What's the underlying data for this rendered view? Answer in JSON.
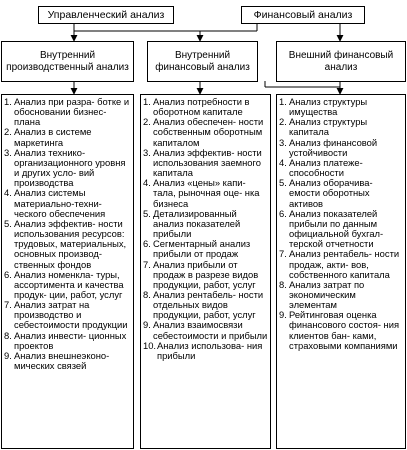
{
  "top": {
    "left": "Управленческий анализ",
    "right": "Финансовый анализ"
  },
  "headers": [
    {
      "text": "Внутренний производственный анализ"
    },
    {
      "text": "Внутренний финансовый анализ"
    },
    {
      "text": "Внешний финансовый анализ"
    }
  ],
  "columns": [
    {
      "items": [
        {
          "num": "1.",
          "text": "Анализ при разра- ботке и обосновании бизнес-плана"
        },
        {
          "num": "2.",
          "text": "Анализ в системе маркетинга"
        },
        {
          "num": "3.",
          "text": "Анализ технико- организационного уровня и других усло- вий производства"
        },
        {
          "num": "4.",
          "text": "Анализ системы материально-техни- ческого обеспечения"
        },
        {
          "num": "5.",
          "text": "Анализ эффектив- ности использования ресурсов: трудовых, материальных, основных производ- ственных фондов"
        },
        {
          "num": "6.",
          "text": "Анализ номенкла- туры, ассортимента и качества продук- ции, работ, услуг"
        },
        {
          "num": "7.",
          "text": "Анализ затрат на производство и себестоимости продукции"
        },
        {
          "num": "8.",
          "text": "Анализ инвести- ционных проектов"
        },
        {
          "num": "9.",
          "text": "Анализ внешнеэконо- мических связей"
        }
      ]
    },
    {
      "items": [
        {
          "num": "1.",
          "text": "Анализ потребности в оборотном капитале"
        },
        {
          "num": "2.",
          "text": "Анализ обеспечен- ности собственным оборотным капиталом"
        },
        {
          "num": "3.",
          "text": "Анализ эффектив- ности использования заемного капитала"
        },
        {
          "num": "4.",
          "text": "Анализ «цены» капи- тала, рыночная оце- нка бизнеса"
        },
        {
          "num": "5.",
          "text": "Детализированный анализ показателей прибыли"
        },
        {
          "num": "6.",
          "text": "Сегментарный анализ прибыли от продаж"
        },
        {
          "num": "7.",
          "text": "Анализ прибыли от продаж в разрезе видов продукции, работ, услуг"
        },
        {
          "num": "8.",
          "text": "Анализ рентабель- ности отдельных видов продукции, работ, услуг"
        },
        {
          "num": "9.",
          "text": "Анализ взаимосвязи себестоимости и прибыли"
        },
        {
          "num": "10.",
          "text": "Анализ использова- ния прибыли"
        }
      ]
    },
    {
      "items": [
        {
          "num": "1.",
          "text": "Анализ структуры имущества"
        },
        {
          "num": "2.",
          "text": "Анализ структуры капитала"
        },
        {
          "num": "3.",
          "text": "Анализ финансовой устойчивости"
        },
        {
          "num": "4.",
          "text": "Анализ платеже- способности"
        },
        {
          "num": "5.",
          "text": "Анализ оборачива- емости оборотных активов"
        },
        {
          "num": "6.",
          "text": "Анализ показателей прибыли по данным официальной бухгал- терской отчетности"
        },
        {
          "num": "7.",
          "text": "Анализ рентабель- ности продаж, акти- вов, собственного капитала"
        },
        {
          "num": "8.",
          "text": "Анализ затрат по экономическим элементам"
        },
        {
          "num": "9.",
          "text": "Рейтинговая оценка финансового состоя- ния клиентов бан- ками, страховыми компаниями"
        }
      ]
    }
  ]
}
